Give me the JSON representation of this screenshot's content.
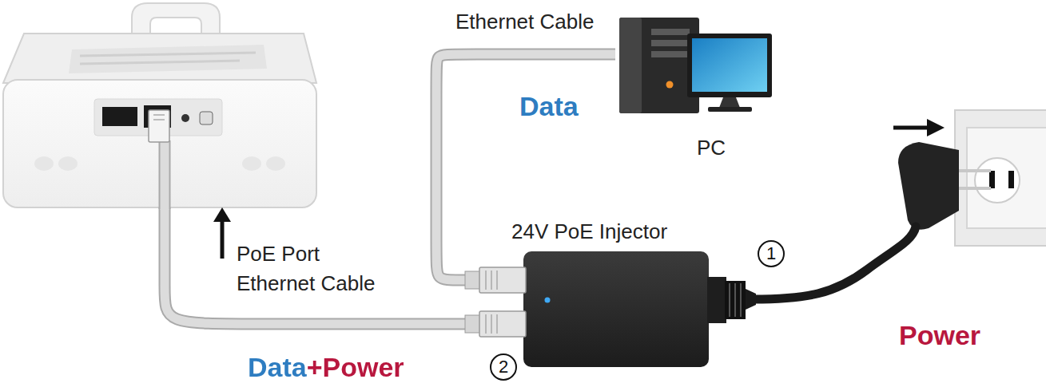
{
  "diagram": {
    "nodes": [
      {
        "text": [
          "PoE Port Ethernet Cable"
        ]
      },
      {
        "text": [
          "PC"
        ]
      },
      {
        "text": [
          "24V PoE Injector"
        ]
      }
    ],
    "edges": [
      {
        "from": 1,
        "to": 2,
        "label": "Data",
        "arrow": "none"
      },
      {
        "from": 2,
        "to": 0,
        "label": "Data+Power",
        "arrow": "none"
      }
    ],
    "labels": [
      "Ethernet Cable",
      "1",
      "Power",
      "2"
    ]
  }
}
